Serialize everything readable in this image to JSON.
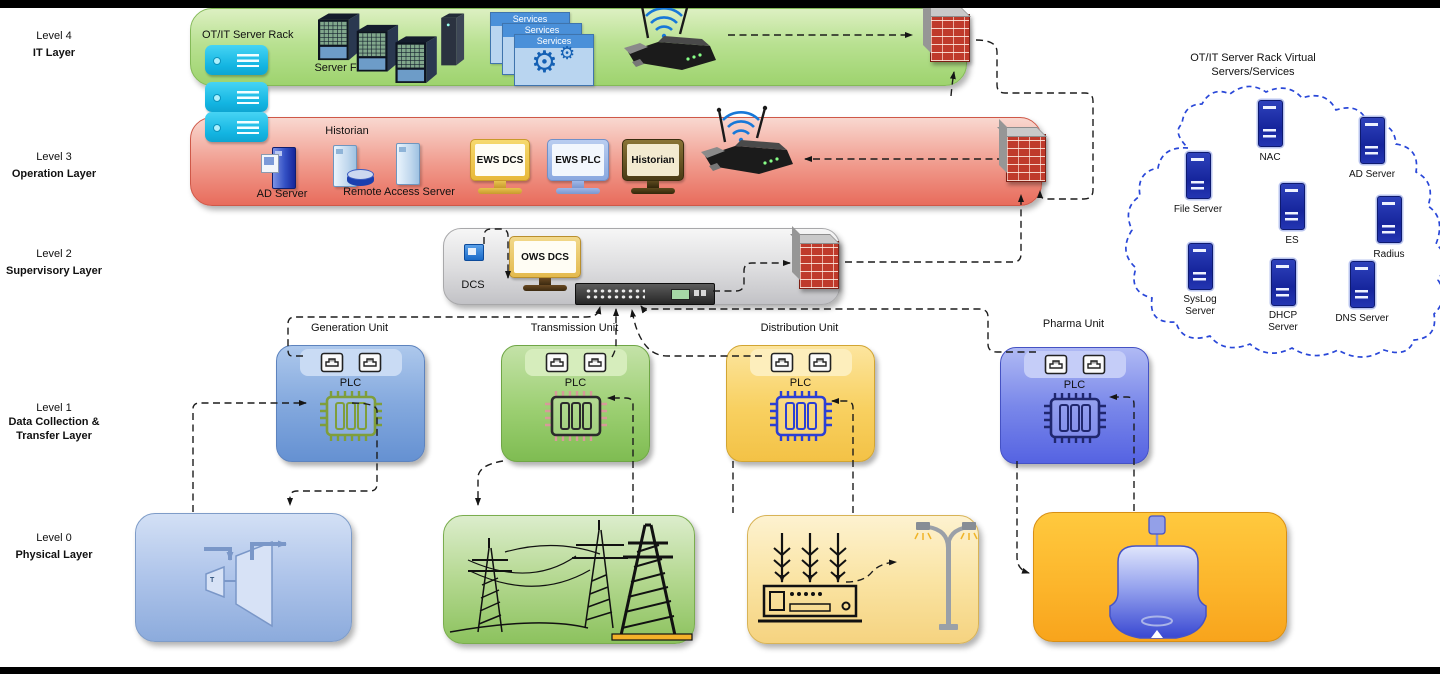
{
  "layers": [
    {
      "level": "Level 4",
      "name": "IT Layer"
    },
    {
      "level": "Level 3",
      "name": "Operation Layer"
    },
    {
      "level": "Level 2",
      "name": "Supervisory Layer"
    },
    {
      "level": "Level 1",
      "name": "Data Collection &",
      "name2": "Transfer Layer"
    },
    {
      "level": "Level 0",
      "name": "Physical Layer"
    }
  ],
  "level4": {
    "rack_label": "OT/IT Server Rack",
    "server_farm_label": "Server Farm",
    "services_labels": [
      "Services",
      "Services",
      "Services"
    ]
  },
  "level3": {
    "ad_server_label": "AD Server",
    "historian_label": "Historian",
    "remote_access_label": "Remote Access Server",
    "ews_dcs": "EWS DCS",
    "ews_plc": "EWS PLC",
    "historian_monitor": "Historian"
  },
  "level2": {
    "dcs_label": "DCS",
    "ows_dcs": "OWS DCS"
  },
  "units": [
    {
      "label": "Generation Unit",
      "plc": "PLC"
    },
    {
      "label": "Transmission Unit",
      "plc": "PLC"
    },
    {
      "label": "Distribution Unit",
      "plc": "PLC"
    },
    {
      "label": "Pharma Unit",
      "plc": "PLC"
    }
  ],
  "physical": {
    "turbine_label": "T"
  },
  "cloud": {
    "title1": "OT/IT Server Rack Virtual",
    "title2": "Servers/Services",
    "servers": [
      {
        "label": "NAC"
      },
      {
        "label": "AD Server"
      },
      {
        "label": "File Server"
      },
      {
        "label": "ES"
      },
      {
        "label": "Radius"
      },
      {
        "label": "SysLog Server"
      },
      {
        "label": "DHCP Server"
      },
      {
        "label": "DNS Server"
      }
    ]
  },
  "colors": {
    "level4_band": "#b9e192",
    "level3_band": "#ec7565",
    "level2_band": "#d9d9db",
    "generation_unit": "#84a9de",
    "transmission_unit": "#9ccf72",
    "distribution_unit": "#f8d060",
    "pharma_unit": "#7a88ea",
    "physical_blue": "#aec4ea",
    "physical_green": "#b4d890",
    "physical_yellow": "#fae4a4",
    "physical_orange": "#fcb62c",
    "firewall_brick": "#bf3a2b",
    "cloud_outline": "#2947d8",
    "wifi_blue": "#1778d8",
    "rack_server_cyan": "#13b5e2"
  }
}
